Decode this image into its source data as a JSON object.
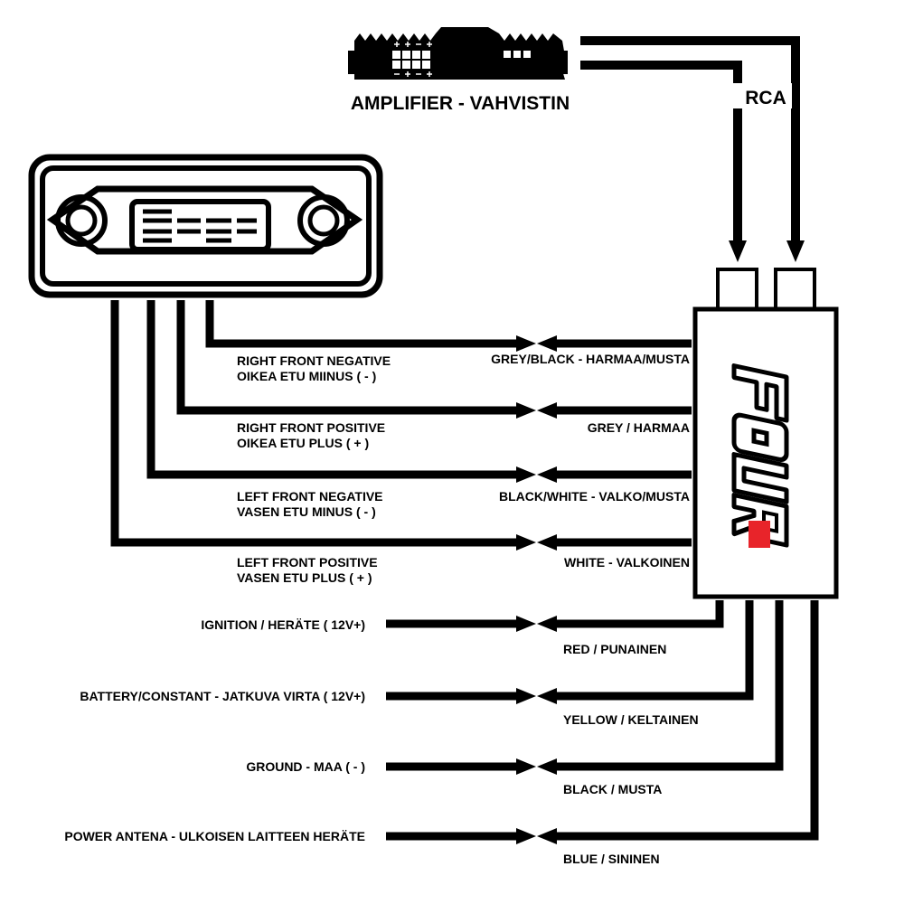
{
  "amplifier": {
    "label": "AMPLIFIER - VAHVISTIN"
  },
  "rca": {
    "label": "RCA"
  },
  "brand": {
    "name": "FOUR",
    "accent": "#e8242a"
  },
  "connections": [
    {
      "left": [
        "RIGHT FRONT NEGATIVE",
        "OIKEA ETU MIINUS ( - )"
      ],
      "right": "GREY/BLACK - HARMAA/MUSTA"
    },
    {
      "left": [
        "RIGHT FRONT POSITIVE",
        "OIKEA ETU PLUS ( + )"
      ],
      "right": "GREY / HARMAA"
    },
    {
      "left": [
        "LEFT FRONT NEGATIVE",
        "VASEN ETU MINUS ( - )"
      ],
      "right": "BLACK/WHITE - VALKO/MUSTA"
    },
    {
      "left": [
        "LEFT FRONT POSITIVE",
        "VASEN ETU PLUS ( + )"
      ],
      "right": "WHITE - VALKOINEN"
    },
    {
      "left": [
        "IGNITION / HERÄTE ( 12V+)"
      ],
      "right": "RED / PUNAINEN"
    },
    {
      "left": [
        "BATTERY/CONSTANT - JATKUVA VIRTA  ( 12V+)"
      ],
      "right": "YELLOW / KELTAINEN"
    },
    {
      "left": [
        "GROUND - MAA ( - )"
      ],
      "right": "BLACK / MUSTA"
    },
    {
      "left": [
        "POWER ANTENA - ULKOISEN LAITTEEN HERÄTE"
      ],
      "right": "BLUE / SININEN"
    }
  ],
  "icons": [
    "car-radio-icon",
    "amplifier-icon",
    "converter-box-icon"
  ]
}
